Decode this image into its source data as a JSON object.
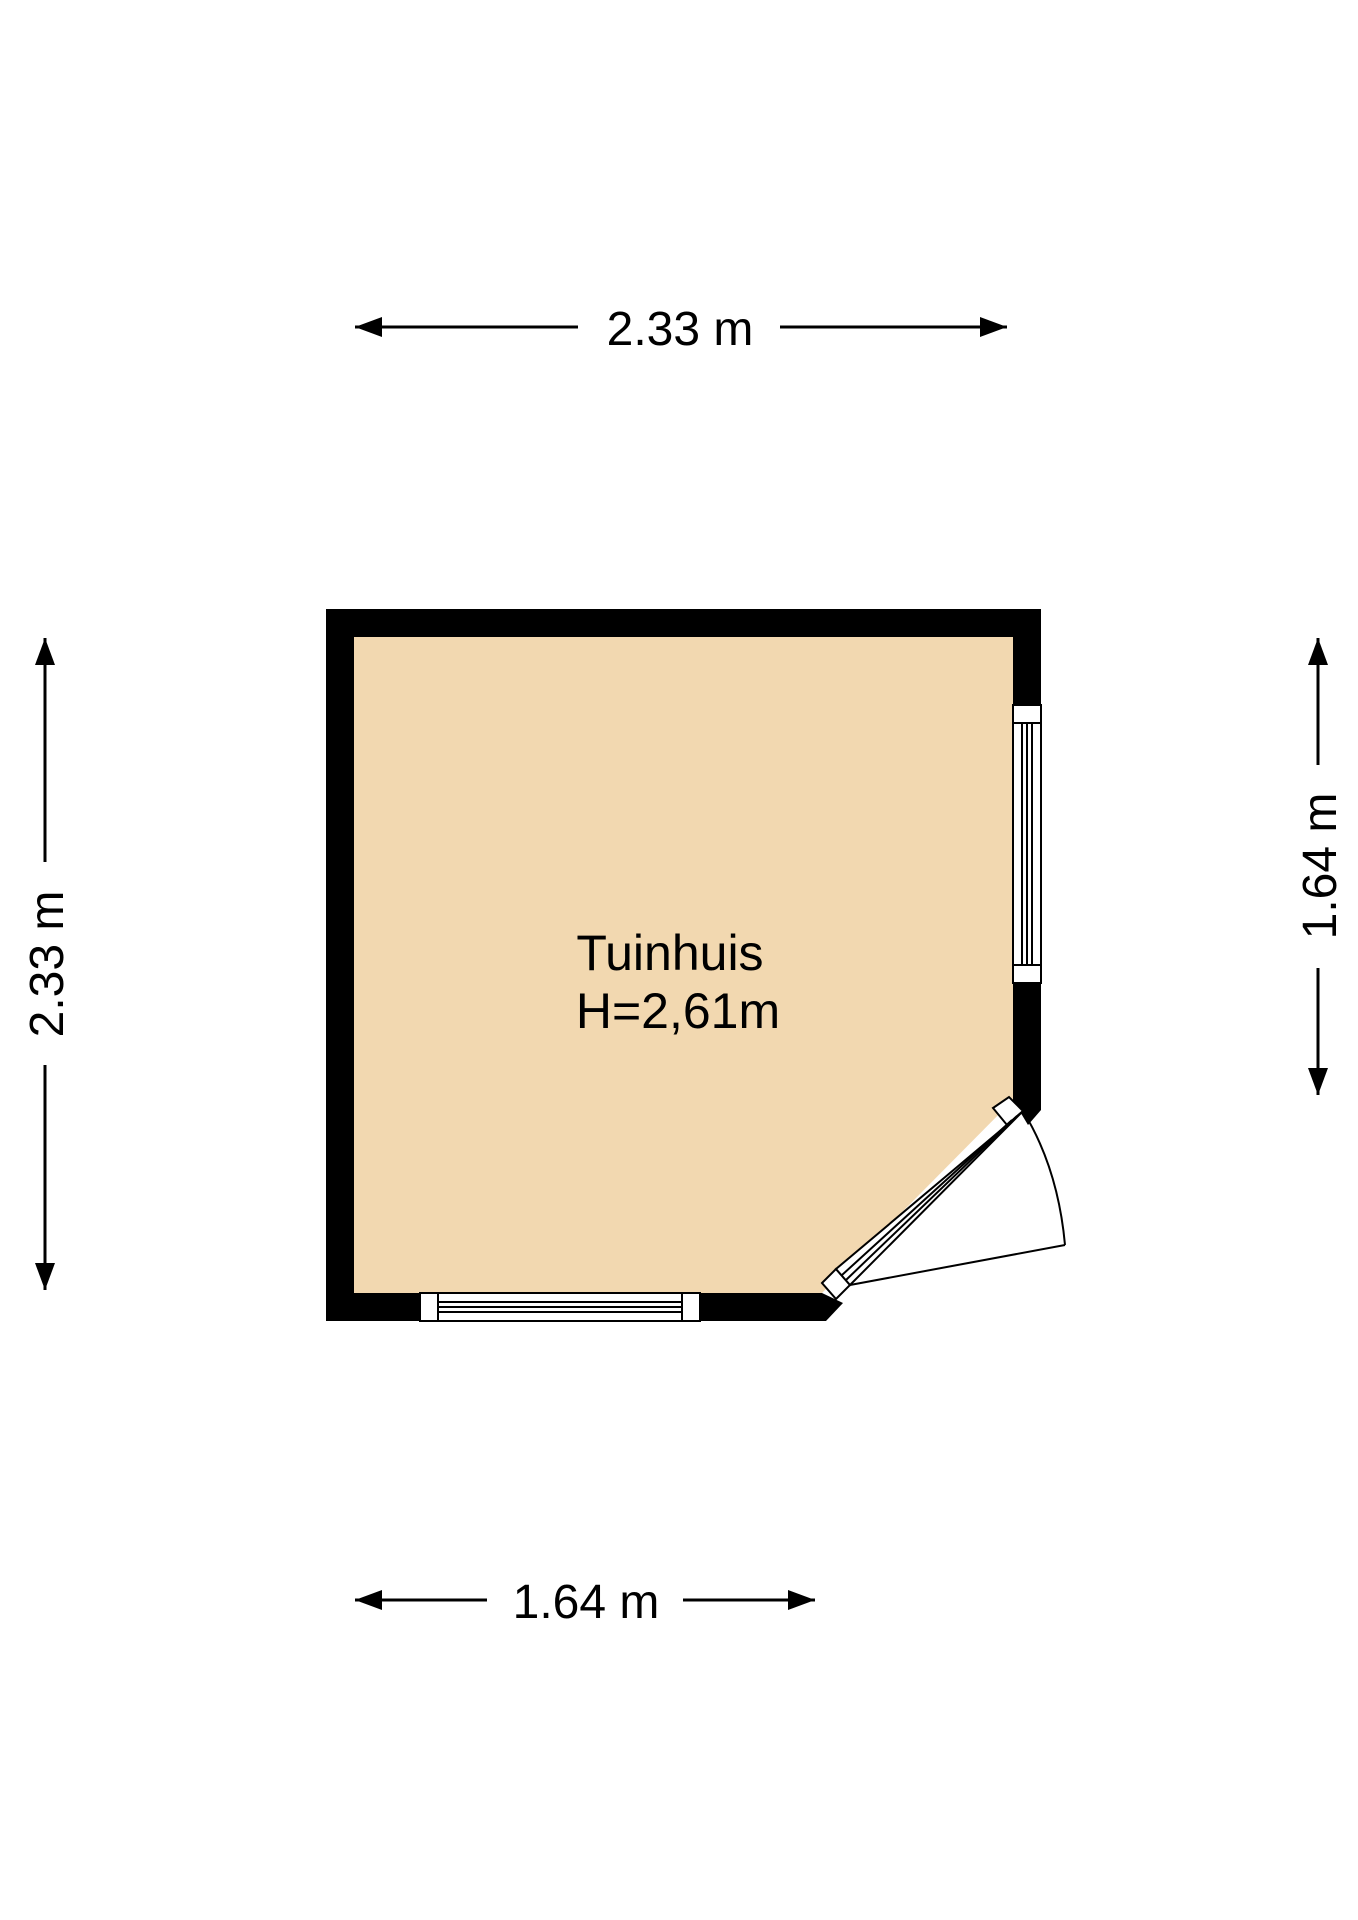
{
  "room": {
    "name": "Tuinhuis",
    "height": "H=2,61m"
  },
  "dimensions": {
    "top": "2.33 m",
    "bottom": "1.64 m",
    "left": "2.33 m",
    "right": "1.64 m"
  },
  "colors": {
    "floor": "#f2d8b0",
    "wall": "#000000",
    "background": "#ffffff"
  }
}
